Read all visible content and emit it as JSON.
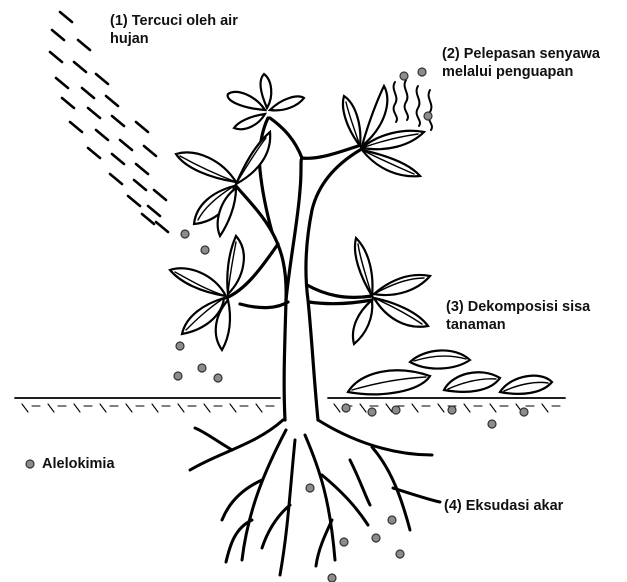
{
  "labels": {
    "rain": [
      "(1) Tercuci oleh air",
      "hujan"
    ],
    "evaporation": [
      "(2) Pelepasan senyawa",
      "melalui penguapan"
    ],
    "decomposition": [
      "(3) Dekomposisi sisa",
      "tanaman"
    ],
    "exudation": "(4) Eksudasi akar",
    "legend": "Alelokimia"
  },
  "colors": {
    "ink": "#000000",
    "allelochemical_dot": "#8c8c8c",
    "background": "#ffffff"
  },
  "icons": {
    "legend_marker": "allelochemical-dot-icon"
  }
}
